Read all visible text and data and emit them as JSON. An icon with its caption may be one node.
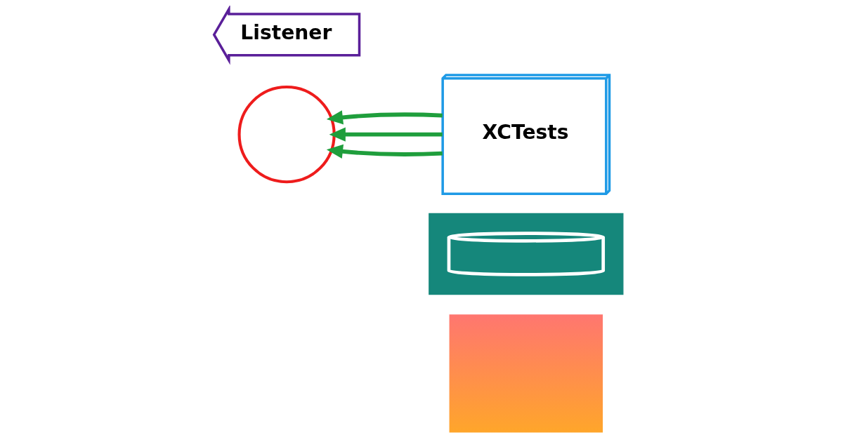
{
  "diagram": {
    "nodes": [
      {
        "text": [
          "Listener"
        ]
      },
      {
        "text": [],
        "shape": "circle"
      },
      {
        "text": [
          "XCTests"
        ]
      },
      {
        "text": [],
        "shape": "box"
      },
      {
        "text": [],
        "shape": "cylinder",
        "in": 3
      },
      {
        "text": [],
        "shape": "box"
      }
    ],
    "edges": [
      {
        "from": 2,
        "to": 1,
        "arrow": "to"
      },
      {
        "from": 2,
        "to": 1,
        "arrow": "to"
      },
      {
        "from": 2,
        "to": 1,
        "arrow": "to"
      }
    ]
  }
}
